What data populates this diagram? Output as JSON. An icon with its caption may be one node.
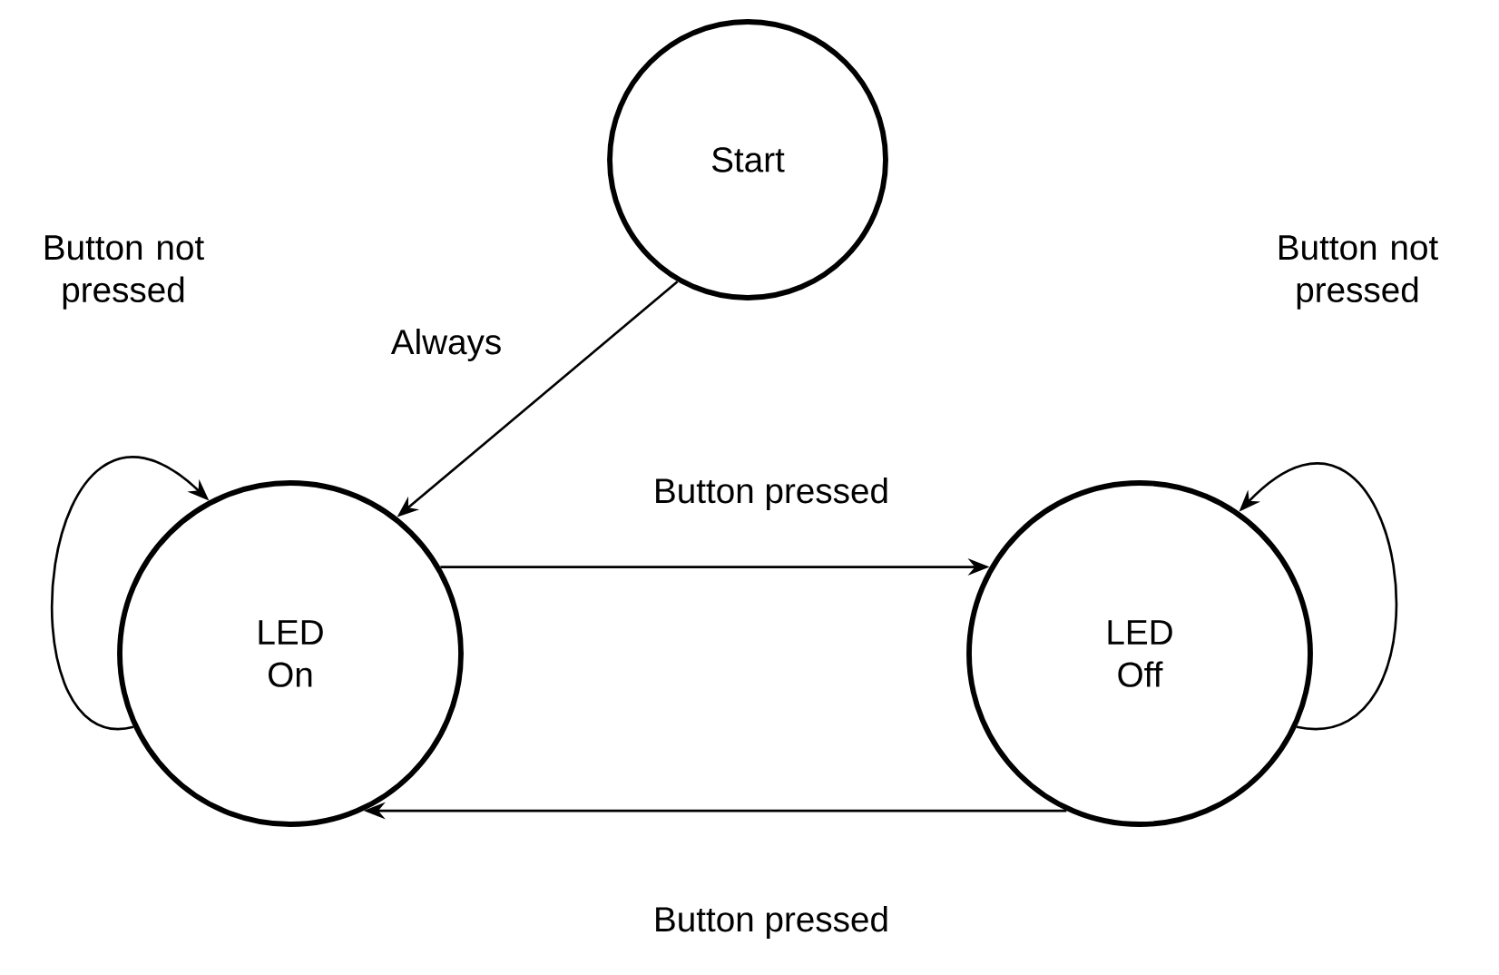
{
  "diagram": {
    "nodes": [
      {
        "text": [
          "Start"
        ]
      },
      {
        "text": [
          "LED On"
        ]
      },
      {
        "text": [
          "LED Off"
        ]
      }
    ],
    "edges": [
      {
        "from": 0,
        "to": 1,
        "arrow": "to",
        "label": "Always"
      },
      {
        "from": 1,
        "to": 2,
        "arrow": "to",
        "label": "Button pressed"
      },
      {
        "from": 2,
        "to": 1,
        "arrow": "to",
        "label": "Button pressed"
      },
      {
        "from": 1,
        "to": 1,
        "arrow": "to",
        "label": "Button not pressed"
      },
      {
        "from": 2,
        "to": 2,
        "arrow": "to",
        "label": "Button not pressed"
      }
    ]
  }
}
